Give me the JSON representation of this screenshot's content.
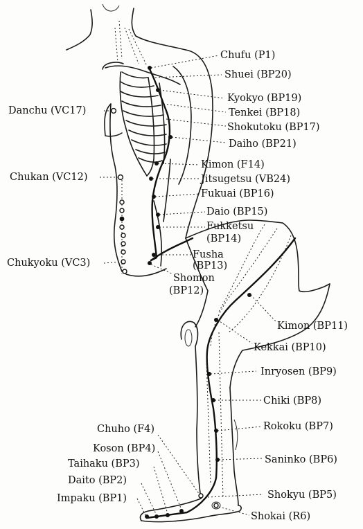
{
  "labels": {
    "chufu": "Chufu (P1)",
    "shuei": "Shuei (BP20)",
    "danchu": "Danchu (VC17)",
    "kyokyo": "Kyokyo (BP19)",
    "tenkei": "Tenkei (BP18)",
    "shokutoku": "Shokutoku (BP17)",
    "daiho": "Daiho (BP21)",
    "chukan": "Chukan (VC12)",
    "kimon_f14": "Kimon (F14)",
    "jitsugetsu": "Jitsugetsu (VB24)",
    "fukuai": "Fukuai (BP16)",
    "daio": "Daio (BP15)",
    "fukketsu": "Fukketsu",
    "fukketsu_code": "(BP14)",
    "chukyoku": "Chukyoku (VC3)",
    "fusha": "Fusha",
    "fusha_code": "(BP13)",
    "shomon": "Shomon",
    "shomon_code": "(BP12)",
    "kimon_bp11": "Kimon (BP11)",
    "kekkai": "Kekkai (BP10)",
    "inryosen": "Inryosen (BP9)",
    "chiki": "Chiki (BP8)",
    "chuho": "Chuho (F4)",
    "rokoku": "Rokoku (BP7)",
    "koson": "Koson (BP4)",
    "saninko": "Saninko (BP6)",
    "taihaku": "Taihaku (BP3)",
    "daito": "Daito (BP2)",
    "shokyu": "Shokyu (BP5)",
    "impaku": "Impaku (BP1)",
    "shokai": "Shokai (R6)"
  }
}
